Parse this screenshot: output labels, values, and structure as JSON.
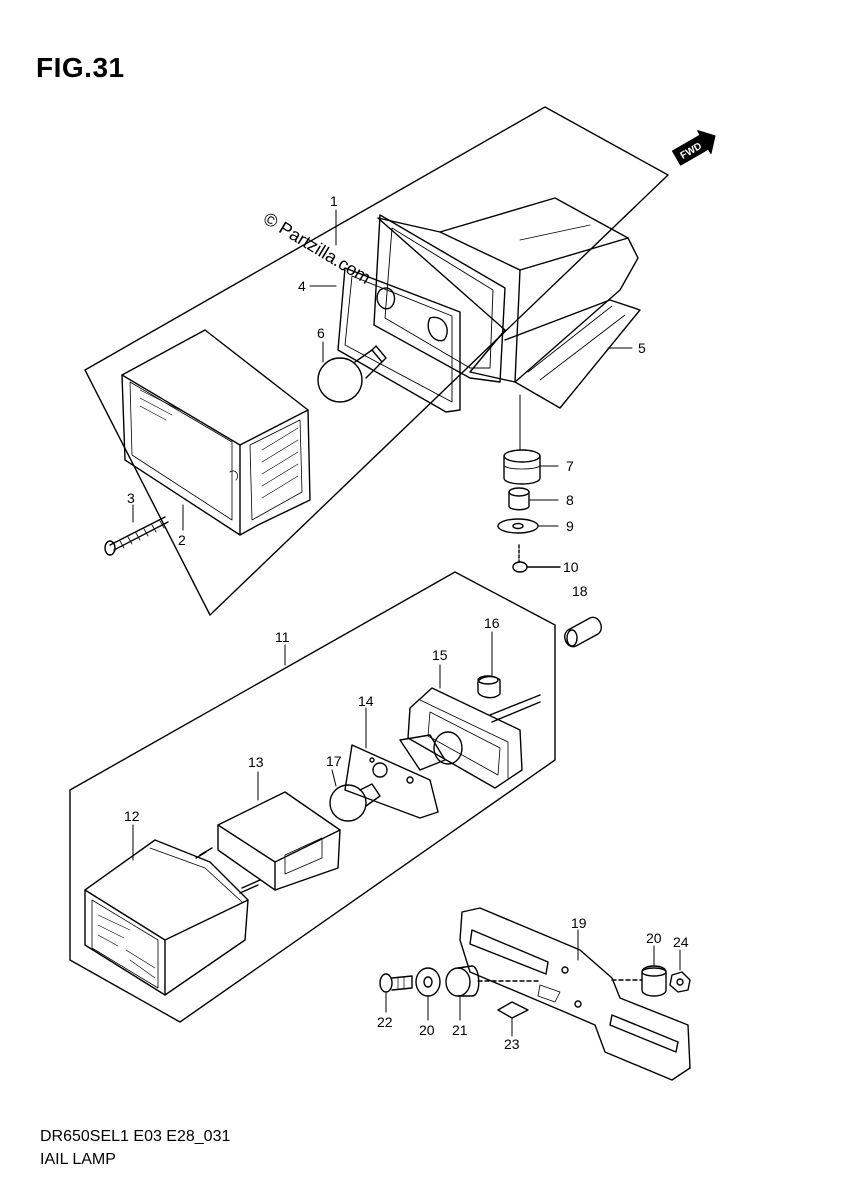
{
  "figure": {
    "title": "FIG.31"
  },
  "watermark": {
    "text": "© Partzilla.com"
  },
  "direction_badge": {
    "text": "FWD"
  },
  "footer": {
    "model_code": "DR650SEL1 E03 E28_031",
    "section_title": "IAIL LAMP"
  },
  "callouts": {
    "p1": "1",
    "p2": "2",
    "p3": "3",
    "p4": "4",
    "p5": "5",
    "p6": "6",
    "p7": "7",
    "p8": "8",
    "p9": "9",
    "p10": "10",
    "p11": "11",
    "p12": "12",
    "p13": "13",
    "p14": "14",
    "p15": "15",
    "p16": "16",
    "p17": "17",
    "p18": "18",
    "p19": "19",
    "p20a": "20",
    "p20b": "20",
    "p21": "21",
    "p22": "22",
    "p23": "23",
    "p24": "24"
  }
}
